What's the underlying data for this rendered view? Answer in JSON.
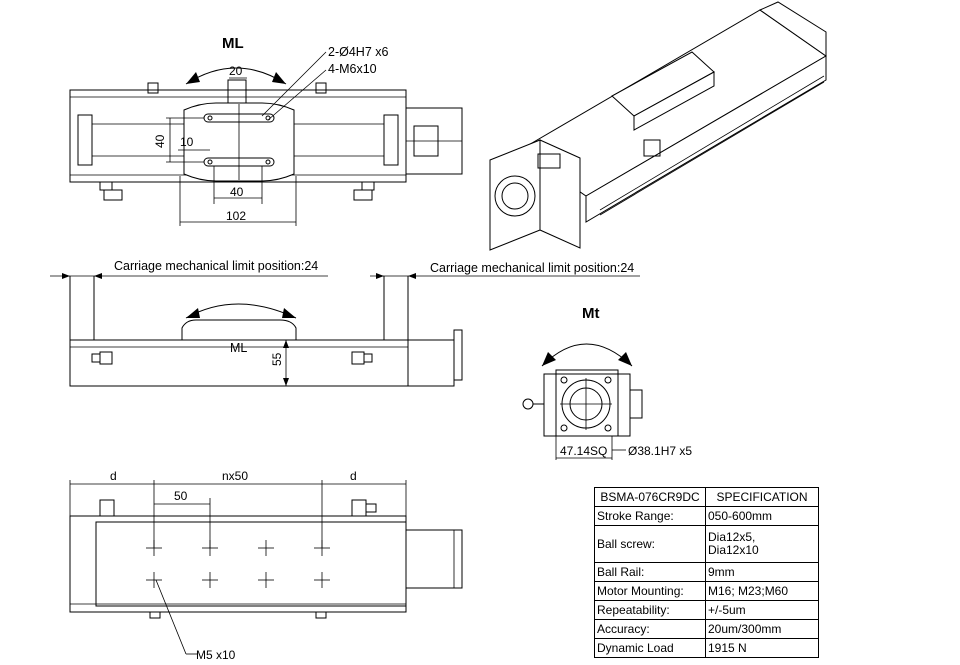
{
  "top_view": {
    "moment_label": "ML",
    "callout_holes": "2-Ø4H7 x6",
    "callout_tapped": "4-M6x10",
    "dim_20": "20",
    "dim_40v": "40",
    "dim_10": "10",
    "dim_40h": "40",
    "dim_102": "102"
  },
  "side_view": {
    "limit_left": "Carriage mechanical limit position:24",
    "limit_right": "Carriage mechanical limit position:24",
    "moment_label": "ML",
    "dim_55": "55"
  },
  "end_view": {
    "moment_label": "Mt",
    "dim_sq": "47.14SQ",
    "dim_bore": "Ø38.1H7 x5"
  },
  "bottom_view": {
    "dim_d_left": "d",
    "dim_n50": "nx50",
    "dim_d_right": "d",
    "dim_50": "50",
    "callout_m5": "M5 x10"
  },
  "spec_table": {
    "model": "BSMA-076CR9DC",
    "title": "SPECIFICATION",
    "rows": [
      {
        "label": "Stroke Range:",
        "value": "050-600mm"
      },
      {
        "label": "Ball screw:",
        "value": "Dia12x5,",
        "value2": "Dia12x10"
      },
      {
        "label": "Ball Rail:",
        "value": "9mm"
      },
      {
        "label": "Motor Mounting:",
        "value": "M16; M23;M60"
      },
      {
        "label": "Repeatability:",
        "value": "+/-5um"
      },
      {
        "label": "Accuracy:",
        "value": "20um/300mm"
      },
      {
        "label": "Dynamic Load",
        "value": "1915 N"
      }
    ]
  }
}
